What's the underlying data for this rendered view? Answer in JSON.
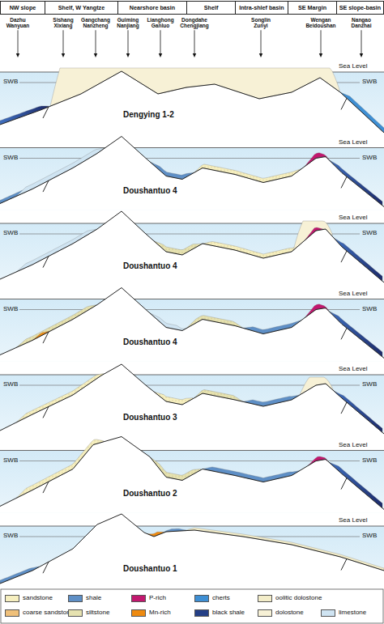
{
  "diagram": {
    "labels": [
      "NW slope",
      "Shelf, W Yangtze",
      "Nearshore basin",
      "Shelf",
      "Intra-shlef basin",
      "SE Margin",
      "SE slope-basin",
      "Dazhu Wanyuan",
      "Sishang Xixiang",
      "Gangchang Nanzheng",
      "Guiming Nanjiang",
      "Lianghong Ganluo",
      "Dongdahe Chengjiang",
      "Songlin Zunyi",
      "Wengan Beidoushan",
      "Nangao Danzhai",
      "Sea Level",
      "SWB",
      "SWB",
      "Dengying 1-2",
      "Sea Level",
      "SWB",
      "SWB",
      "Doushantuo 4",
      "Sea Level",
      "SWB",
      "SWB",
      "Doushantuo 4",
      "Sea Level",
      "SWB",
      "SWB",
      "Doushantuo 4",
      "Sea Level",
      "SWB",
      "SWB",
      "Doushantuo 3",
      "Sea Level",
      "SWB",
      "SWB",
      "Doushantuo 2",
      "Sea Level",
      "SWB",
      "SWB",
      "Doushantuo 1"
    ],
    "legend": [
      {
        "text": "sandstone",
        "color": "#f6efbf"
      },
      {
        "text": "shale",
        "color": "#5e8fc6"
      },
      {
        "text": "P-rich",
        "color": "#c2186f"
      },
      {
        "text": "cherts",
        "color": "#3e8fd4"
      },
      {
        "text": "oolitic dolostone",
        "color": "#f3edc9"
      },
      {
        "text": "coarse sandstone",
        "color": "#efc07a"
      },
      {
        "text": "siltstone",
        "color": "#e6e2b0"
      },
      {
        "text": "Mn-rich",
        "color": "#ee8a10"
      },
      {
        "text": "black shale",
        "color": "#243f86"
      },
      {
        "text": "dolostone",
        "color": "#f7f1d6"
      },
      {
        "text": "limestone",
        "color": "#cfe4f2"
      }
    ]
  }
}
